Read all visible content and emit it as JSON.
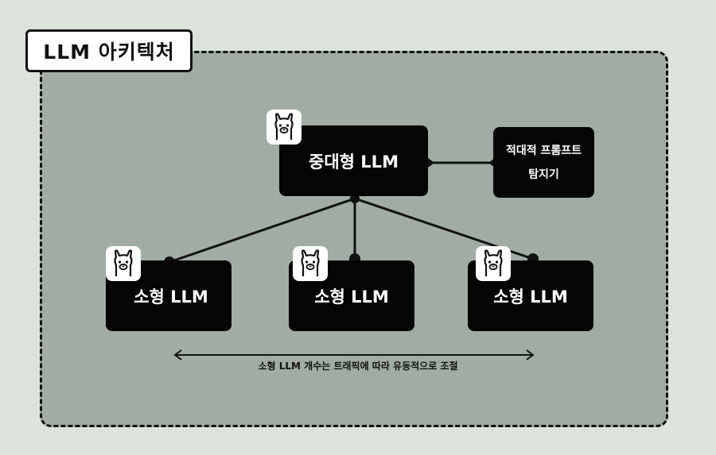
{
  "diagram": {
    "title": "LLM 아키텍처",
    "large_model": "중대형 LLM",
    "detector_line1": "적대적 프롬프트",
    "detector_line2": "탐지기",
    "small_models": [
      "소형 LLM",
      "소형 LLM",
      "소형 LLM"
    ],
    "scaling_caption": "소형 LLM 개수는 트래픽에 따라 유동적으로 조절"
  },
  "icons": {
    "model_badge": "llama-icon"
  },
  "colors": {
    "page_background": "#dde2dd",
    "frame_fill": "#a2aca4",
    "node_fill": "#050505",
    "line": "#111111"
  }
}
